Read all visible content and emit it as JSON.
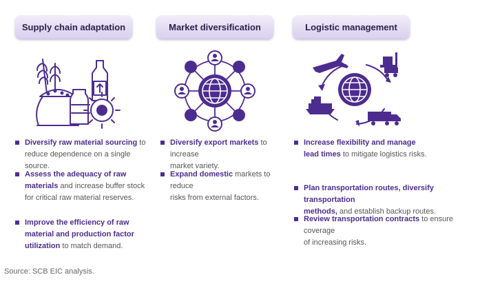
{
  "columns": [
    {
      "title": "Supply chain adaptation",
      "icon": "agricultural-goods-icon",
      "bullets": [
        {
          "bold": "Diversify raw material sourcing",
          "rest1": " to",
          "rest2": "reduce dependence on a single source."
        },
        {
          "bold1": "Assess the adequacy of raw",
          "bold2": "materials",
          "rest2": " and increase buffer stock",
          "rest3": "for critical raw material reserves."
        },
        {
          "bold1": "Improve the efficiency of raw",
          "bold2": "material and production factor",
          "bold3": "utilization",
          "rest3": " to match demand."
        }
      ]
    },
    {
      "title": "Market diversification",
      "icon": "global-network-icon",
      "bullets": [
        {
          "bold": "Diversify export markets",
          "rest1": " to increase",
          "rest2": "market variety."
        },
        {
          "bold": "Expand domestic",
          "rest1": " markets to reduce",
          "rest2": "risks from external factors."
        }
      ]
    },
    {
      "title": "Logistic management",
      "icon": "logistics-cycle-icon",
      "bullets": [
        {
          "bold1": "Increase flexibility and manage",
          "bold2": "lead times",
          "rest2": " to mitigate logistics risks."
        },
        {
          "bold1": "Plan transportation routes, diversify transportation",
          "bold2": "methods,",
          "rest2": " and establish backup routes."
        },
        {
          "bold": "Review transportation contracts",
          "rest1": " to ensure coverage",
          "rest2": "of increasing risks."
        }
      ]
    }
  ],
  "source": "Source: SCB EIC analysis.",
  "colors": {
    "accent": "#4d2c8f",
    "pill_top": "#f1edf9",
    "pill_bottom": "#d9d0ef"
  }
}
